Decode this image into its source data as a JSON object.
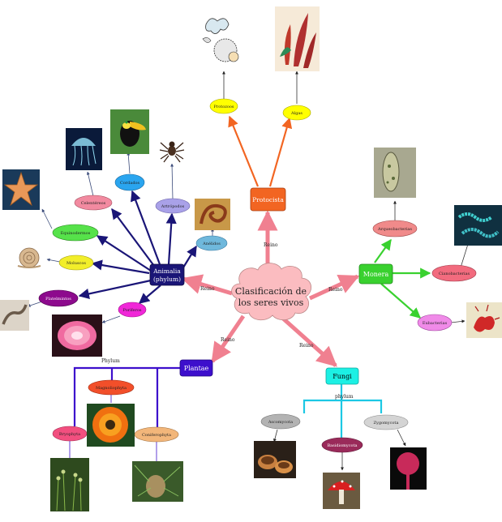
{
  "central": {
    "id": "central",
    "label_lines": [
      "Clasificación de",
      "los seres vivos"
    ],
    "color": "#fbbcc0"
  },
  "kingdoms": [
    {
      "id": "protoctista",
      "label_lines": [
        "Protocista"
      ],
      "color": "#f26522",
      "text_color": "#ffffff"
    },
    {
      "id": "monera",
      "label_lines": [
        "Monera"
      ],
      "color": "#39d12f",
      "text_color": "#ffffff"
    },
    {
      "id": "animalia",
      "label_lines": [
        "Animalia",
        "(phylum)"
      ],
      "color": "#1a1577",
      "text_color": "#ffffff"
    },
    {
      "id": "plantae",
      "label_lines": [
        "Plantae"
      ],
      "color": "#3d0fcc",
      "text_color": "#ffffff"
    },
    {
      "id": "fungi",
      "label_lines": [
        "Fungi"
      ],
      "color": "#1cf0e4",
      "text_color": "#000000"
    }
  ],
  "groups": [
    {
      "id": "protozoos",
      "label": "Protozoos",
      "color": "#ffff00"
    },
    {
      "id": "algas",
      "label": "Algas",
      "color": "#ffff00"
    },
    {
      "id": "arqueobacterias",
      "label": "Arqueobacterias",
      "color": "#f08a8a"
    },
    {
      "id": "cianobacterias",
      "label": "Cianobacterias",
      "color": "#f26b7e"
    },
    {
      "id": "eubacterias",
      "label": "Eubacterias",
      "color": "#f08ae8"
    },
    {
      "id": "celentereos",
      "label": "Celentéreos",
      "color": "#f28aa0"
    },
    {
      "id": "cordados",
      "label": "Cordados",
      "color": "#2aa5ef"
    },
    {
      "id": "artropodos",
      "label": "Artrópodos",
      "color": "#a9a1e8"
    },
    {
      "id": "anelidos",
      "label": "Anélidos",
      "color": "#6fb8dc"
    },
    {
      "id": "equinodermos",
      "label": "Equinodermos",
      "color": "#56e24a"
    },
    {
      "id": "moluscos",
      "label": "Moluscos",
      "color": "#f2ee2a"
    },
    {
      "id": "platelmintos",
      "label": "Platelmintos",
      "color": "#8d0a8d",
      "text_color": "#ffffff"
    },
    {
      "id": "poriferos",
      "label": "Poríferos",
      "color": "#f027d8"
    },
    {
      "id": "magnoliophyta",
      "label": "Magnoliophyta",
      "color": "#f24f2a"
    },
    {
      "id": "bryophyta",
      "label": "Bryophyta",
      "color": "#f24f7f"
    },
    {
      "id": "coniferophyta",
      "label": "Coniferophyta",
      "color": "#f2b67a"
    },
    {
      "id": "ascomycota",
      "label": "Ascomycota",
      "color": "#b3b3b3"
    },
    {
      "id": "basidiomycota",
      "label": "Basidiomycota",
      "color": "#9a2a5a",
      "text_color": "#ffffff"
    },
    {
      "id": "zygomycota",
      "label": "Zygomycota",
      "color": "#d4d4d4"
    }
  ],
  "link_labels": {
    "reino": "Reino",
    "phylum": "Phylum",
    "phylum_lower": "phylum"
  },
  "images": [
    {
      "id": "img-protozoo",
      "subject": "protozoo"
    },
    {
      "id": "img-alga",
      "subject": "alga"
    },
    {
      "id": "img-arqueobacteria",
      "subject": "arqueobacteria"
    },
    {
      "id": "img-cianobacteria",
      "subject": "cianobacteria"
    },
    {
      "id": "img-eubacteria",
      "subject": "eubacteria"
    },
    {
      "id": "img-medusa",
      "subject": "medusa"
    },
    {
      "id": "img-tucan",
      "subject": "tucan"
    },
    {
      "id": "img-arana",
      "subject": "arana"
    },
    {
      "id": "img-lombriz",
      "subject": "lombriz"
    },
    {
      "id": "img-estrella",
      "subject": "estrella-de-mar"
    },
    {
      "id": "img-caracol",
      "subject": "caracol"
    },
    {
      "id": "img-gusano",
      "subject": "gusano-plano"
    },
    {
      "id": "img-anemona",
      "subject": "anemona"
    },
    {
      "id": "img-gazania",
      "subject": "flor"
    },
    {
      "id": "img-musgo",
      "subject": "musgo"
    },
    {
      "id": "img-pino",
      "subject": "pino"
    },
    {
      "id": "img-copas",
      "subject": "hongo-copa"
    },
    {
      "id": "img-amanita",
      "subject": "amanita"
    },
    {
      "id": "img-moho",
      "subject": "moho"
    }
  ]
}
